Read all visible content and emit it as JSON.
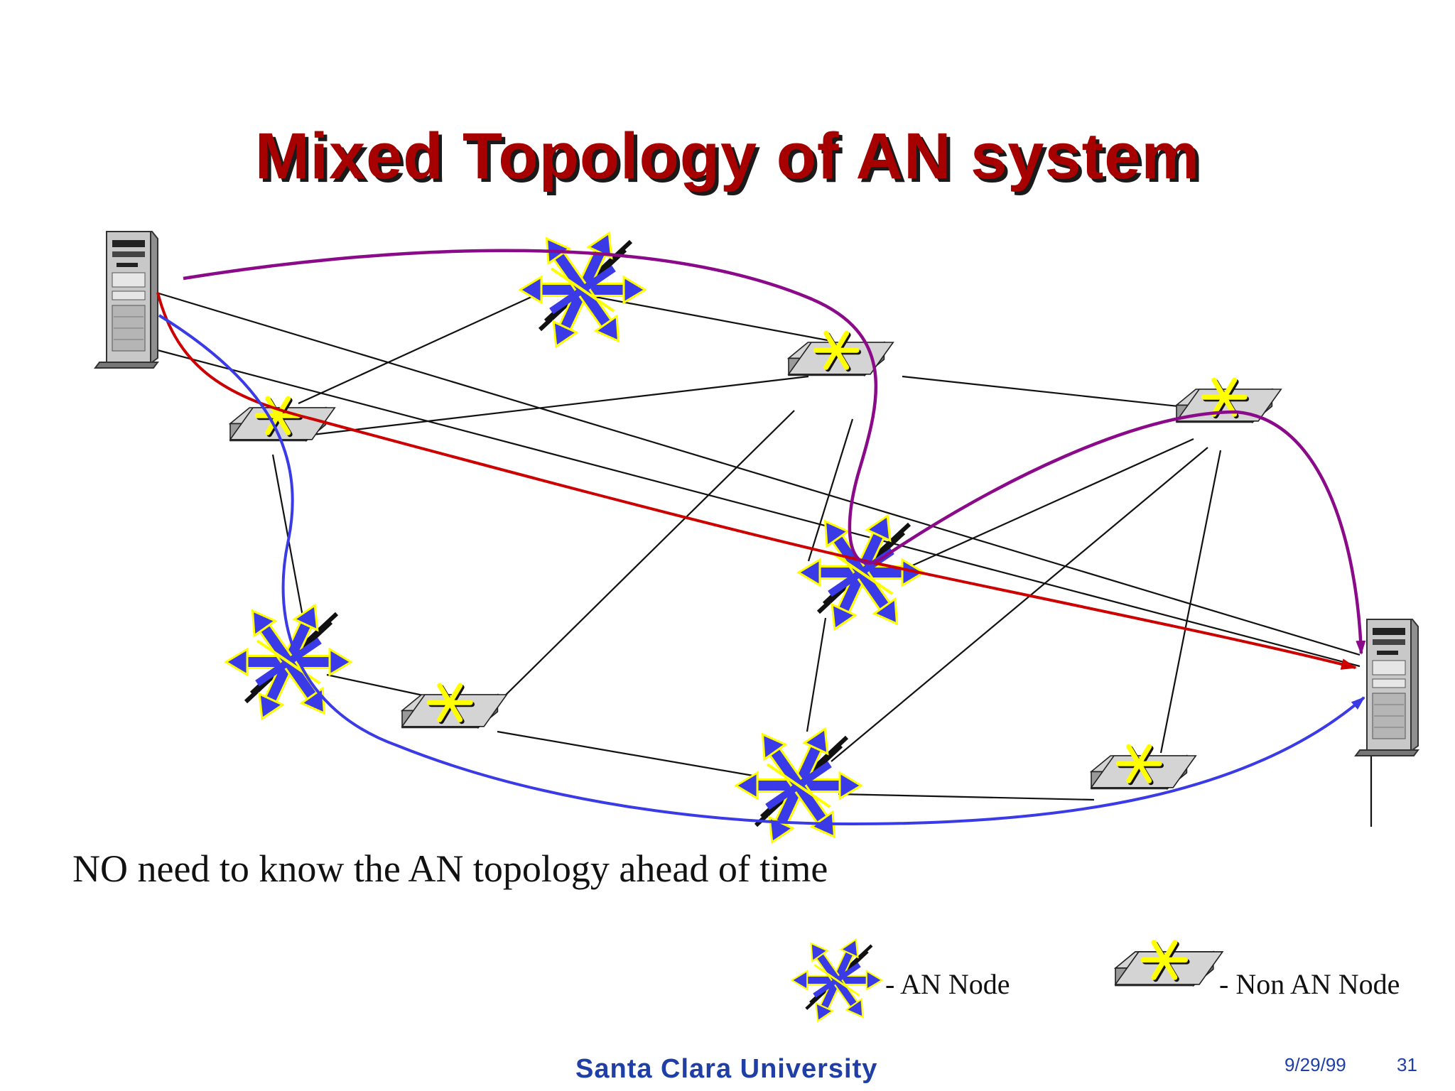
{
  "slide": {
    "title": "Mixed Topology of AN system",
    "caption": "NO need to know the AN topology ahead of time"
  },
  "legend": {
    "an_node": "- AN Node",
    "non_an_node": "- Non AN Node"
  },
  "footer": {
    "institution": "Santa Clara University",
    "date": "9/29/99",
    "page": "31"
  },
  "colors": {
    "title": "#a60000",
    "an_node_arrows": "#3a3ae6",
    "node_star": "#ffff00",
    "path_red": "#cc0000",
    "path_blue": "#3a3ae6",
    "path_purple": "#8a0a8a",
    "footer_text": "#1f3fa6"
  },
  "icons": {
    "an_node": "an-node-icon",
    "non_an_node": "non-an-node-icon",
    "server": "server-tower-icon"
  }
}
